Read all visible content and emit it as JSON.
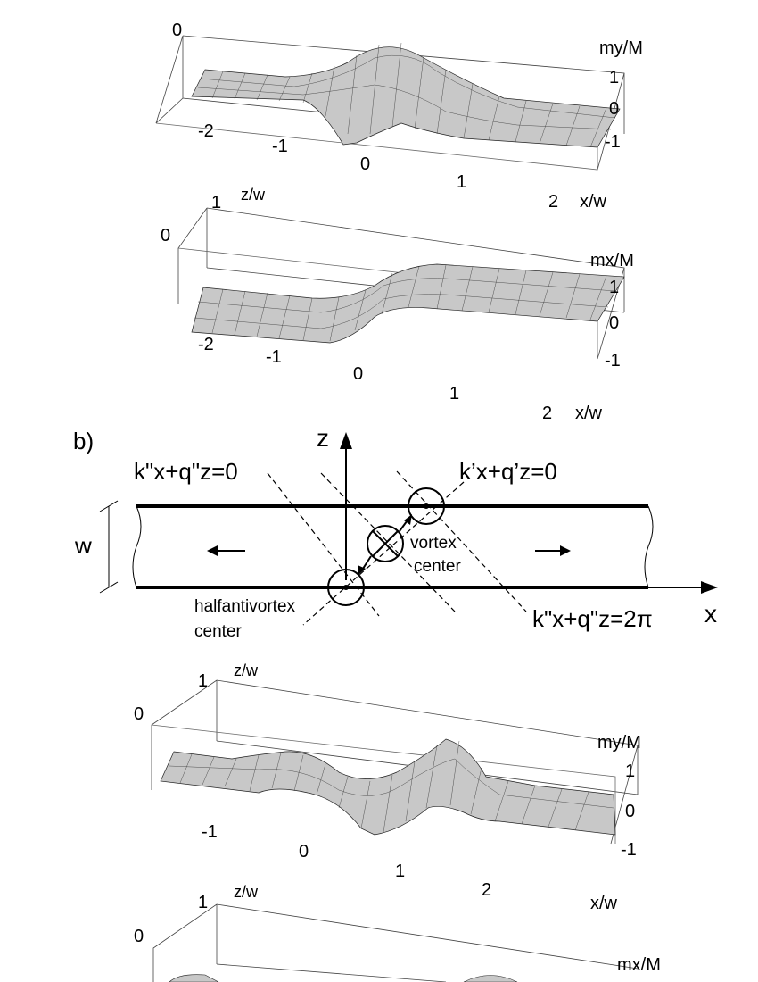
{
  "panel_b_label": "b)",
  "plots": [
    {
      "id": "top-my",
      "z_axis_label": "",
      "z_ticks": [
        "0"
      ],
      "value_label": "my/M",
      "value_ticks": [
        "1",
        "0",
        "-1"
      ],
      "x_ticks": [
        "-2",
        "-1",
        "0",
        "1",
        "2"
      ],
      "x_axis_label": "x/w"
    },
    {
      "id": "top-mx",
      "z_axis_label": "z/w",
      "z_ticks": [
        "1",
        "0"
      ],
      "value_label": "mx/M",
      "value_ticks": [
        "1",
        "0",
        "-1"
      ],
      "x_ticks": [
        "-2",
        "-1",
        "0",
        "1",
        "2"
      ],
      "x_axis_label": "x/w"
    },
    {
      "id": "bottom-my",
      "z_axis_label": "z/w",
      "z_ticks": [
        "1",
        "0"
      ],
      "value_label": "my/M",
      "value_ticks": [
        "1",
        "0",
        "-1"
      ],
      "x_ticks": [
        "-1",
        "0",
        "1",
        "2"
      ],
      "x_axis_label": "x/w"
    },
    {
      "id": "bottom-mx",
      "z_axis_label": "z/w",
      "z_ticks": [
        "1",
        "0"
      ],
      "value_label": "mx/M",
      "value_ticks": [],
      "x_ticks": [],
      "x_axis_label": ""
    }
  ],
  "diagram": {
    "z_axis": "z",
    "x_axis": "x",
    "width_label": "w",
    "line_left": "k\"x+q\"z=0",
    "line_right": "k’x+q’z=0",
    "line_bottom": "k\"x+q\"z=2π",
    "vortex_label": [
      "vortex",
      "center"
    ],
    "halfantivortex_label": [
      "halfantivortex",
      "center"
    ]
  }
}
